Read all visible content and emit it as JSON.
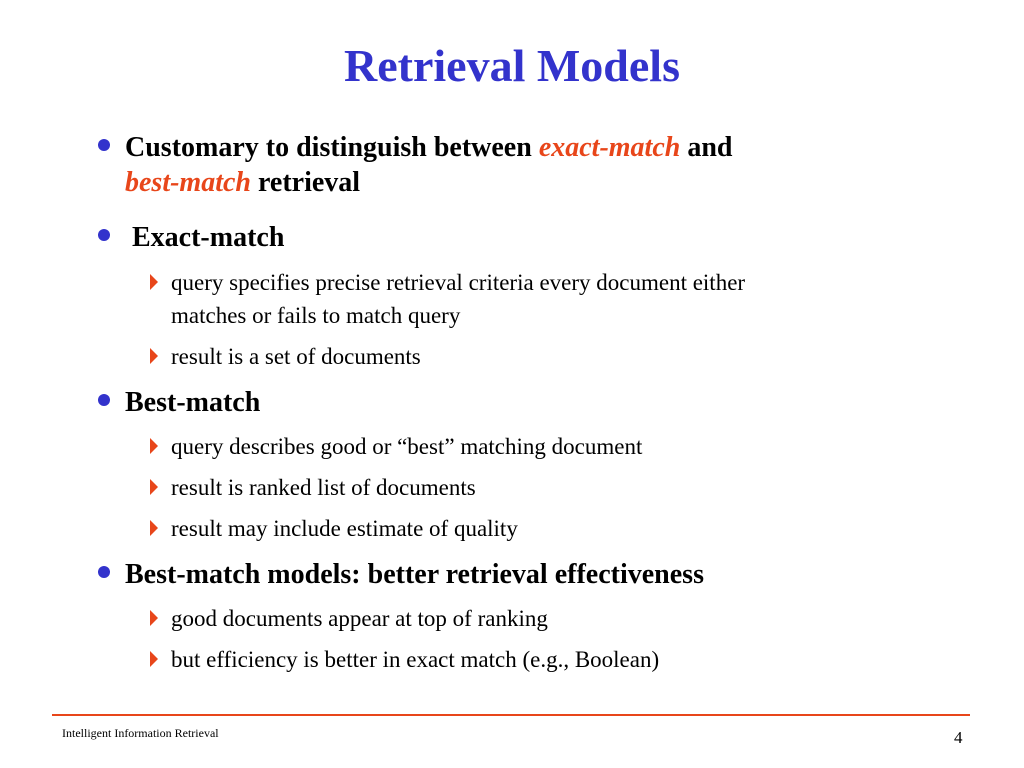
{
  "slide": {
    "title": "Retrieval Models",
    "bullet1": {
      "text_a": "Customary to distinguish between ",
      "em_a": "exact-match",
      "text_b": " and",
      "em_b": "best-match",
      "text_c": " retrieval"
    },
    "bullet2": {
      "text": " Exact-match",
      "sub": [
        "query specifies precise retrieval criteria every document either",
        "matches or fails to match query",
        "result is a set of documents"
      ]
    },
    "bullet3": {
      "text": "Best-match",
      "sub": [
        "query describes good or “best” matching document",
        "result is ranked list of documents",
        "result may include estimate of quality"
      ]
    },
    "bullet4": {
      "text": "Best-match models: better retrieval effectiveness",
      "sub": [
        "good documents appear at top of ranking",
        "but efficiency is better in exact match (e.g., Boolean)"
      ]
    }
  },
  "footer": {
    "text": "Intelligent Information Retrieval",
    "page_number": "4"
  },
  "colors": {
    "title": "#3333cc",
    "bullet": "#3333cc",
    "accent": "#e8461a"
  }
}
